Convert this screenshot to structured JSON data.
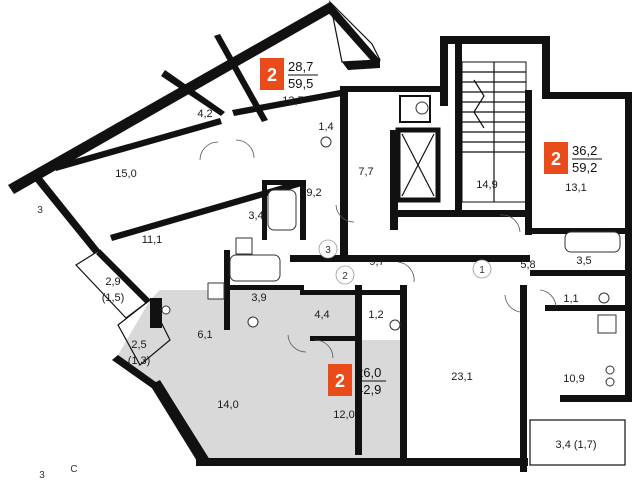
{
  "rooms": {
    "r_15_0": "15,0",
    "r_4_2": "4,2",
    "r_13_7": "13,7",
    "r_1_4": "1,4",
    "r_9_2": "9,2",
    "r_7_7": "7,7",
    "r_14_9": "14,9",
    "r_13_1": "13,1",
    "r_11_1": "11,1",
    "r_3_4a": "3,4",
    "r_9_7": "9,7",
    "r_5_8": "5,8",
    "r_3_5": "3,5",
    "r_1_1": "1,1",
    "r_2_9": "2,9",
    "r_1_5": "(1,5)",
    "r_3_9": "3,9",
    "r_4_4": "4,4",
    "r_1_2": "1,2",
    "r_6_1": "6,1",
    "r_2_5": "2,5",
    "r_1_3": "(1,3)",
    "r_14_0": "14,0",
    "r_12_0": "12,0",
    "r_23_1": "23,1",
    "r_10_9": "10,9",
    "r_3_4b": "3,4 (1,7)"
  },
  "apartment_numbers": {
    "n1": "1",
    "n2": "2",
    "n3": "3"
  },
  "badges": [
    {
      "rooms": "2",
      "living": "28,7",
      "total": "59,5"
    },
    {
      "rooms": "2",
      "living": "36,2",
      "total": "59,2"
    },
    {
      "rooms": "2",
      "living": "26,0",
      "total": "42,9"
    }
  ],
  "compass": {
    "south": "3",
    "west": "С"
  },
  "colors": {
    "badge": "#e94b1b",
    "highlight": "#d9d9d9",
    "wall": "#111111"
  }
}
